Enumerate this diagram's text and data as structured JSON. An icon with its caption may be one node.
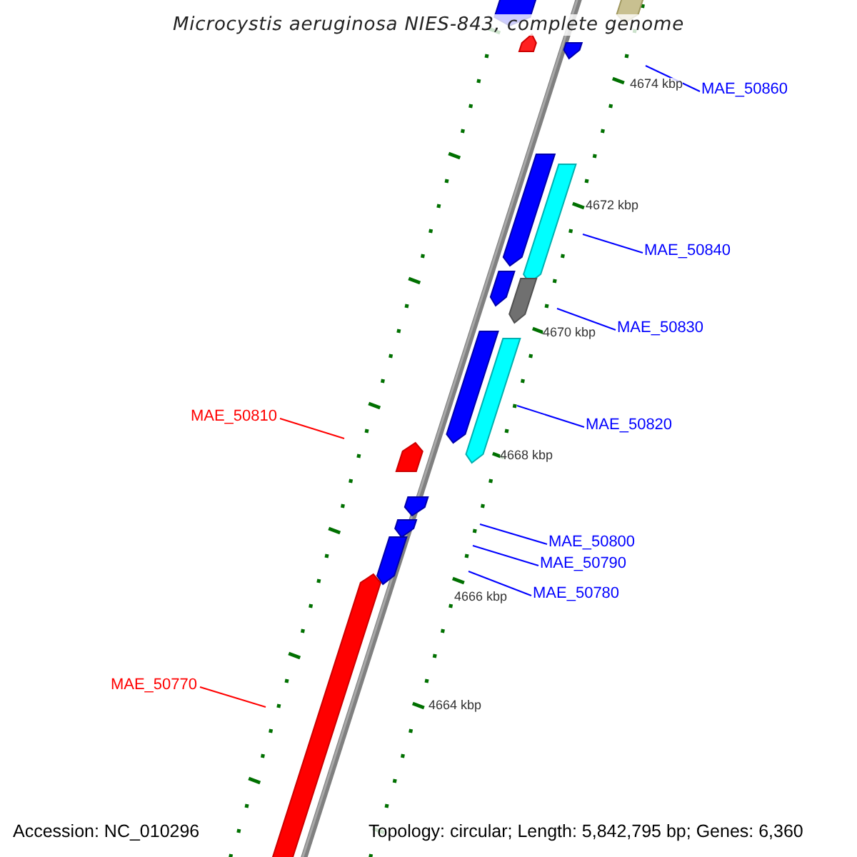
{
  "diagram": {
    "title": "Microcystis aeruginosa NIES-843, complete genome",
    "nodes": [
      {
        "text": [
          "MAE_50860"
        ]
      },
      {
        "text": [
          "MAE_50840"
        ]
      },
      {
        "text": [
          "MAE_50830"
        ]
      },
      {
        "text": [
          "MAE_50810"
        ]
      },
      {
        "text": [
          "MAE_50820"
        ]
      },
      {
        "text": [
          "MAE_50800"
        ]
      },
      {
        "text": [
          "MAE_50790"
        ]
      },
      {
        "text": [
          "MAE_50780"
        ]
      },
      {
        "text": [
          "MAE_50770"
        ]
      }
    ],
    "edges": [
      {
        "from": 0,
        "to": null,
        "arrow": "none"
      },
      {
        "from": 1,
        "to": null,
        "arrow": "none"
      },
      {
        "from": 2,
        "to": null,
        "arrow": "none"
      },
      {
        "from": 3,
        "to": null,
        "arrow": "none",
        "color": "#ff0000"
      },
      {
        "from": 4,
        "to": null,
        "arrow": "none"
      },
      {
        "from": 5,
        "to": null,
        "arrow": "none"
      },
      {
        "from": 6,
        "to": null,
        "arrow": "none"
      },
      {
        "from": 7,
        "to": null,
        "arrow": "none"
      },
      {
        "from": 8,
        "to": null,
        "arrow": "none",
        "color": "#ff0000"
      }
    ],
    "labels": [
      "4674 kbp",
      "4672 kbp",
      "4670 kbp",
      "4668 kbp",
      "4666 kbp",
      "4664 kbp",
      "Accession: NC_010296",
      "Topology: circular; Length: 5,842,795 bp; Genes: 6,360"
    ]
  }
}
